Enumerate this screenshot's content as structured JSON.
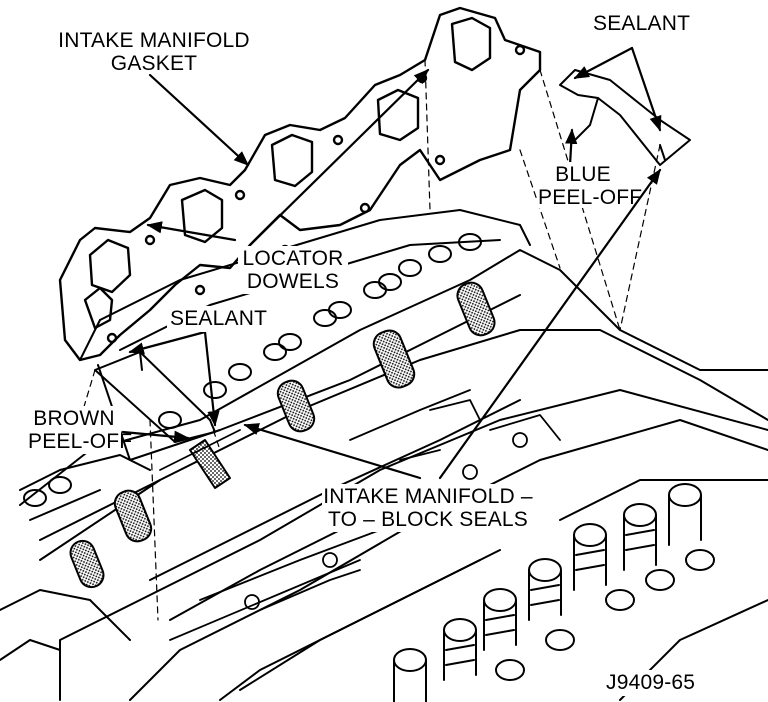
{
  "labels": {
    "intake_manifold_gasket": [
      "INTAKE MANIFOLD",
      "GASKET"
    ],
    "sealant_top": "SEALANT",
    "blue_peel_off": [
      "BLUE",
      "PEEL-OFF"
    ],
    "locator_dowels": [
      "LOCATOR",
      "DOWELS"
    ],
    "sealant_left": "SEALANT",
    "brown_peel_off": [
      "BROWN",
      "PEEL-OFF"
    ],
    "intake_manifold_seals": [
      "INTAKE MANIFOLD –",
      "TO – BLOCK SEALS"
    ],
    "figure_code": "J9409-65"
  },
  "colors": {
    "ink": "#000000",
    "paper": "#ffffff",
    "shade": "#9a9a9a"
  }
}
